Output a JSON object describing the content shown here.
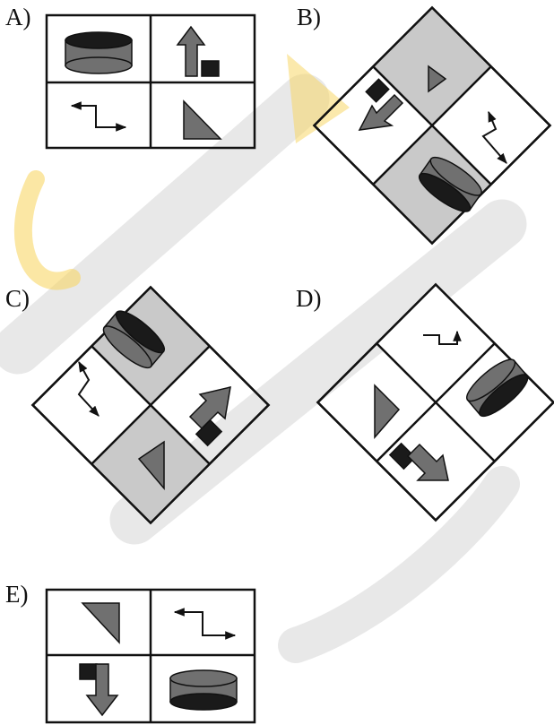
{
  "options": [
    {
      "label": "A)"
    },
    {
      "label": "B)"
    },
    {
      "label": "C)"
    },
    {
      "label": "D)"
    },
    {
      "label": "E)"
    }
  ],
  "colors": {
    "shape_fill": "#707070",
    "shape_dark": "#1a1a1a",
    "diamond_shade": "#c9c9c9",
    "watermark_gray": "#d6d6d6",
    "watermark_yellow": "#f7d35a",
    "line": "#111111"
  }
}
